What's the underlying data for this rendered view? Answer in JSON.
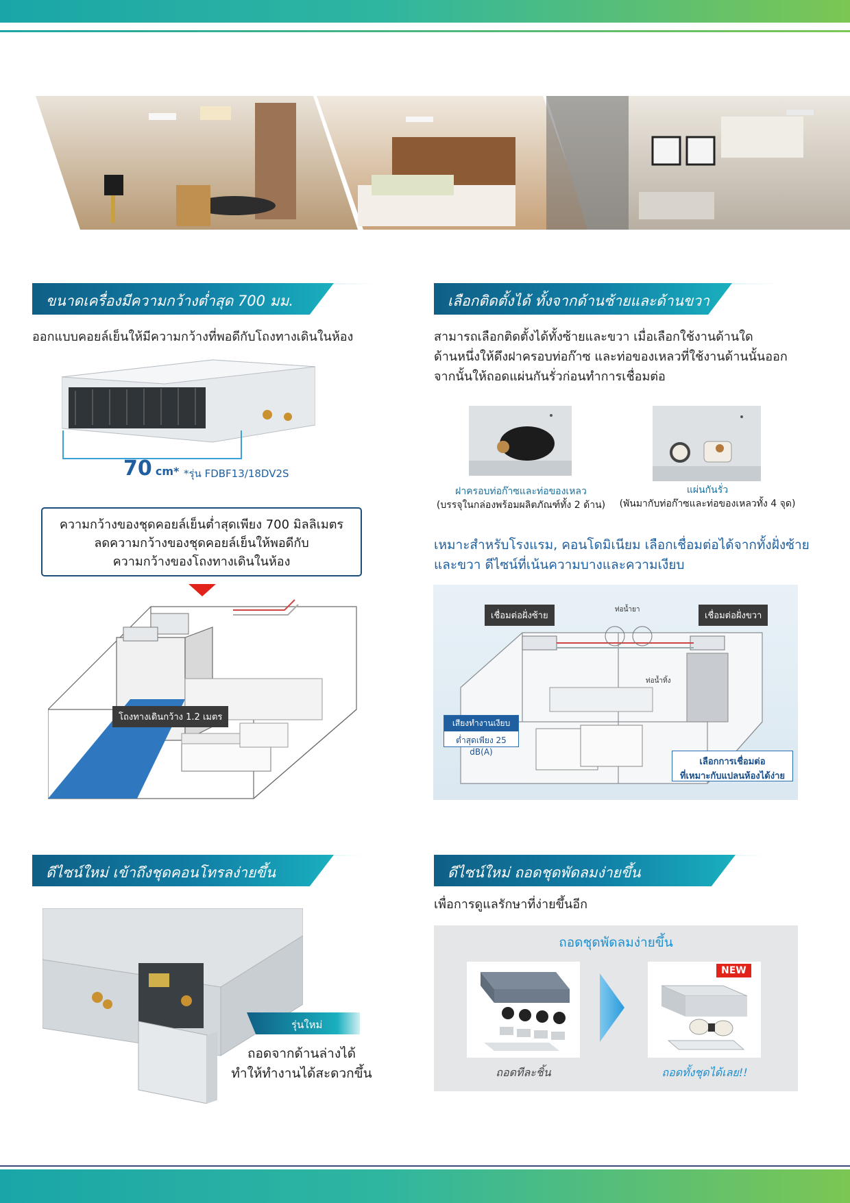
{
  "section1": {
    "heading": "ขนาดเครื่องมีความกว้างต่ำสุด 700 มม.",
    "intro": "ออกแบบคอยล์เย็นให้มีความกว้างที่พอดีกับโถงทางเดินในห้อง",
    "dimension_value": "70",
    "dimension_unit": "cm*",
    "model_note": "*รุ่น FDBF13/18DV2S",
    "callout_lines": [
      "ความกว้างของชุดคอยล์เย็นต่ำสุดเพียง 700 มิลลิเมตร",
      "ลดความกว้างของชุดคอยล์เย็นให้พอดีกับ",
      "ความกว้างของโถงทางเดินในห้อง"
    ],
    "corridor_label": "โถงทางเดินกว้าง 1.2 เมตร"
  },
  "section2": {
    "heading": "เลือกติดตั้งได้ ทั้งจากด้านซ้ายและด้านขวา",
    "intro_lines": [
      "สามารถเลือกติดตั้งได้ทั้งซ้ายและขวา เมื่อเลือกใช้งานด้านใด",
      "ด้านหนึ่งให้ดึงฝาครอบท่อก๊าซ และท่อของเหลวที่ใช้งานด้านนั้นออก",
      "จากนั้นให้ถอดแผ่นกันรั่วก่อนทำการเชื่อมต่อ"
    ],
    "photo1_caption": [
      "ฝาครอบท่อก๊าซและท่อของเหลว",
      "(บรรจุในกล่องพร้อมผลิตภัณฑ์ทั้ง 2 ด้าน)"
    ],
    "photo2_caption": [
      "แผ่นกันรั่ว",
      "(พันมากับท่อก๊าซและท่อของเหลวทั้ง 4 จุด)"
    ],
    "suitable_lines": [
      "เหมาะสำหรับโรงแรม, คอนโดมิเนียม เลือกเชื่อมต่อได้จากทั้งฝั่งซ้าย",
      "และขวา ดีไซน์ที่เน้นความบางและความเงียบ"
    ],
    "diagram": {
      "left_label": "เชื่อมต่อฝั่งซ้าย",
      "right_label": "เชื่อมต่อฝั่งขวา",
      "refrigerant_pipe": "ท่อน้ำยา",
      "drain_pipe": "ท่อน้ำทิ้ง",
      "quiet_title": "เสียงทำงานเงียบ",
      "quiet_value": "ต่ำสุดเพียง 25 dB(A)",
      "choose_lines": [
        "เลือกการเชื่อมต่อ",
        "ที่เหมาะกับแปลนห้องได้ง่าย"
      ]
    }
  },
  "section3": {
    "heading": "ดีไซน์ใหม่ เข้าถึงชุดคอนโทรลง่ายขึ้น",
    "new_model_tag": "รุ่นใหม่",
    "desc_lines": [
      "ถอดจากด้านล่างได้",
      "ทำให้ทำงานได้สะดวกขึ้น"
    ]
  },
  "section4": {
    "heading": "ดีไซน์ใหม่ ถอดชุดพัดลมง่ายขึ้น",
    "intro": "เพื่อการดูแลรักษาที่ง่ายขึ้นอีก",
    "panel_title": "ถอดชุดพัดลมง่ายขึ้น",
    "old_caption": "ถอดทีละชิ้น",
    "new_caption": "ถอดทั้งชุดได้เลย!!",
    "new_badge": "NEW"
  },
  "colors": {
    "heading_dark": "#0f5f86",
    "heading_light": "#1ab0bf",
    "accent_blue": "#1f5fa0",
    "new_red": "#e2231a",
    "arrow_blue": "#3aa9e0"
  }
}
